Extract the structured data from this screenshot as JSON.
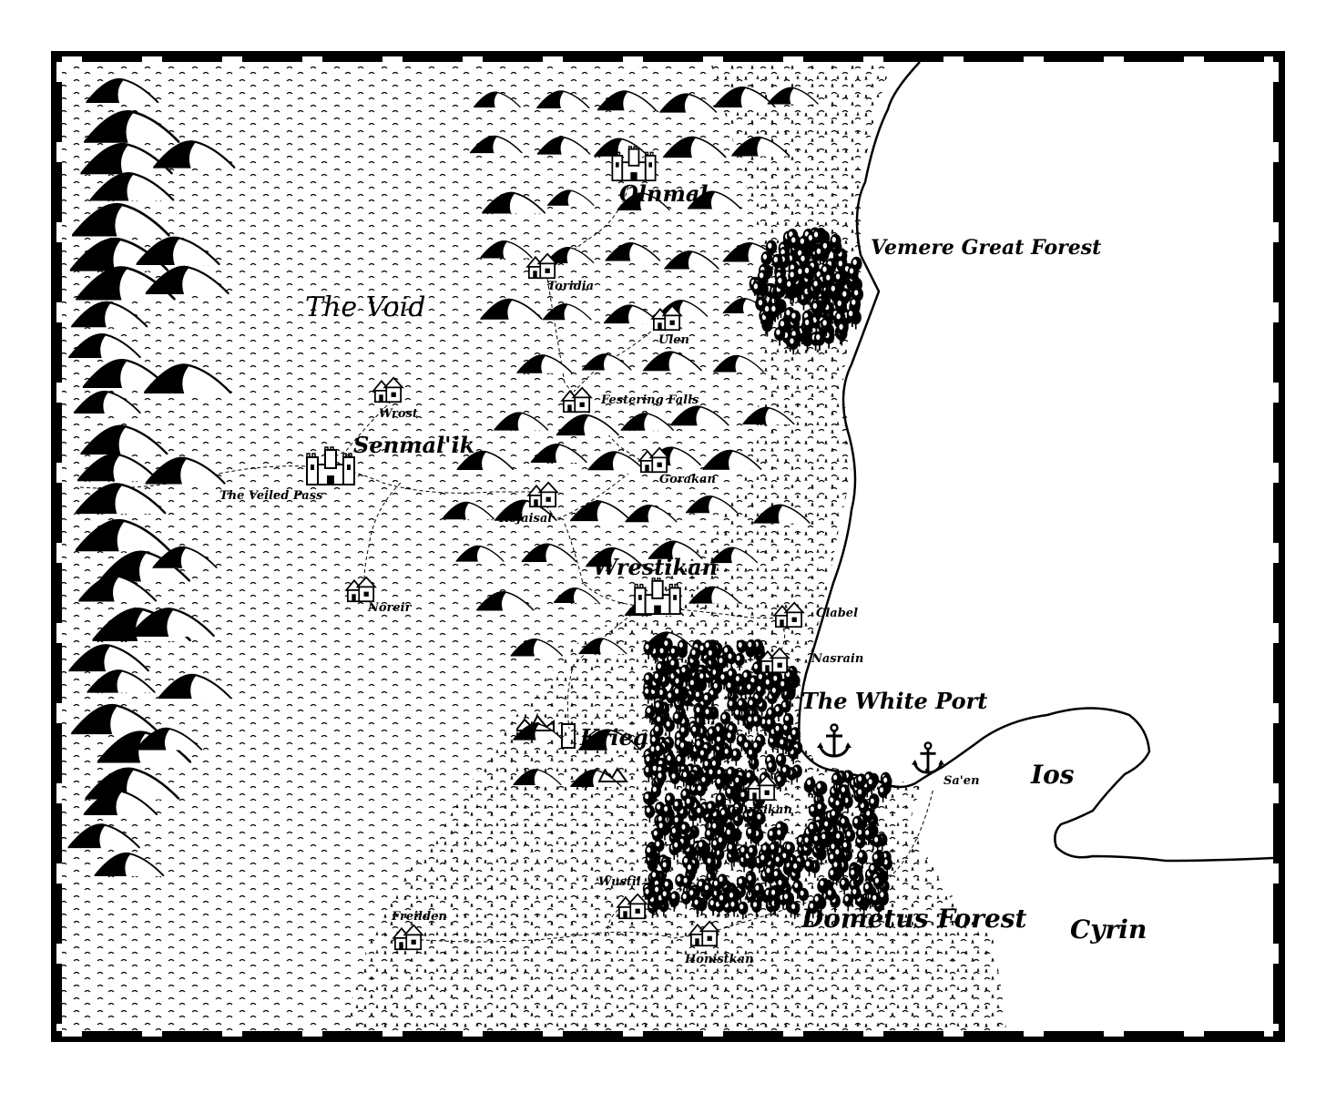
{
  "map": {
    "regions": [
      "The Void"
    ],
    "forests": [
      "Vemere Great Forest",
      "Dometus Forest"
    ],
    "lands": [
      "Ios",
      "Cyrin"
    ],
    "cities": [
      "Olnmal",
      "Senmal'ik",
      "Wrestikan",
      "Krieg"
    ],
    "port": "The White Port",
    "towns": [
      "Toridia",
      "Ulen",
      "Festering Falls",
      "Wrost",
      "Gorakan",
      "Rojaisal",
      "The Veiled Pass",
      "Noreir",
      "Clabel",
      "Nasrain",
      "Tounsikan",
      "Sa'en",
      "Wustil",
      "Freilden",
      "Honistkan"
    ]
  },
  "colors": {
    "ink": "#000000",
    "paper": "#ffffff"
  },
  "icons": [
    "castle-icon",
    "village-icon",
    "anchor-icon",
    "mountain-icon",
    "tree-icon",
    "ruins-icon"
  ]
}
